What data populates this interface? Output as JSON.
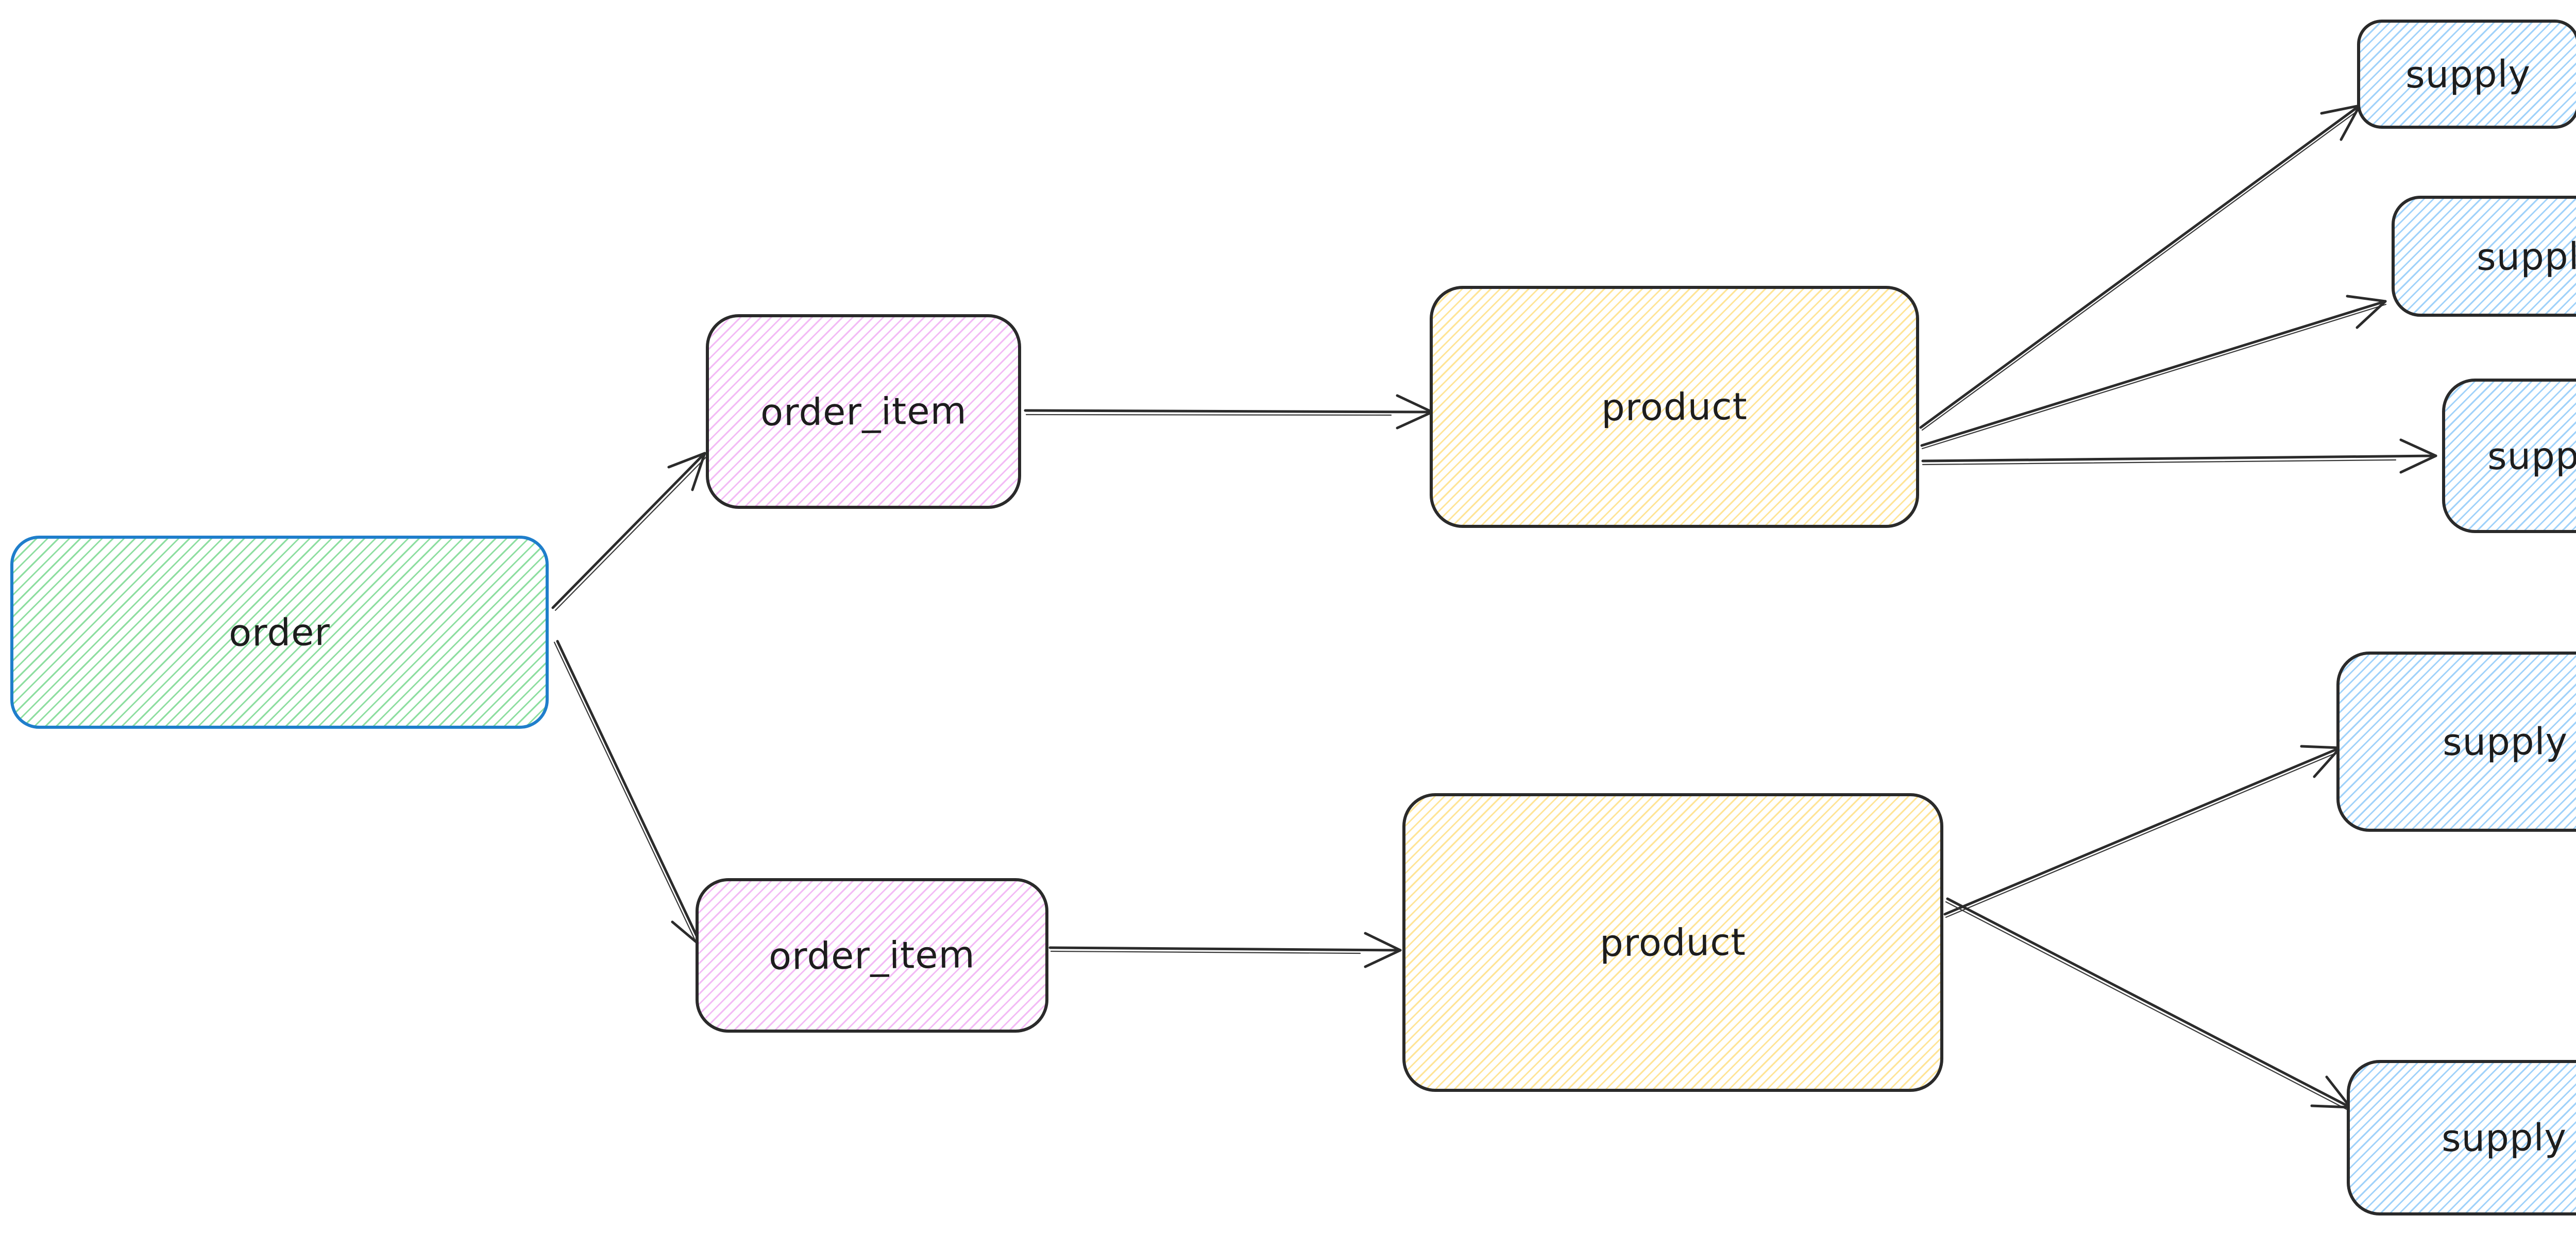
{
  "diagram": {
    "type": "flowchart",
    "background": "#ffffff",
    "arrow_color": "#2b2b2b",
    "nodes": {
      "order": {
        "label": "order",
        "shape": "rounded-rectangle",
        "hatch_color": "#79d88f",
        "border_color": "#1f7ecb"
      },
      "order_item_1": {
        "label": "order_item",
        "shape": "rounded-rectangle",
        "hatch_color": "#f0aaf3",
        "border_color": "#2a2a2a"
      },
      "order_item_2": {
        "label": "order_item",
        "shape": "rounded-rectangle",
        "hatch_color": "#f0aaf3",
        "border_color": "#2a2a2a"
      },
      "product_1": {
        "label": "product",
        "shape": "rounded-rectangle",
        "hatch_color": "#ffde7d",
        "border_color": "#2a2a2a"
      },
      "product_2": {
        "label": "product",
        "shape": "rounded-rectangle",
        "hatch_color": "#ffde7d",
        "border_color": "#2a2a2a"
      },
      "supply_1": {
        "label": "supply",
        "shape": "rounded-rectangle",
        "hatch_color": "#90caf9",
        "border_color": "#2a2a2a"
      },
      "supply_2": {
        "label": "supply",
        "shape": "rounded-rectangle",
        "hatch_color": "#90caf9",
        "border_color": "#2a2a2a"
      },
      "supply_3": {
        "label": "supply",
        "shape": "rounded-rectangle",
        "hatch_color": "#90caf9",
        "border_color": "#2a2a2a"
      },
      "supply_4": {
        "label": "supply",
        "shape": "rounded-rectangle",
        "hatch_color": "#90caf9",
        "border_color": "#2a2a2a"
      },
      "supply_5": {
        "label": "supply",
        "shape": "rounded-rectangle",
        "hatch_color": "#90caf9",
        "border_color": "#2a2a2a"
      }
    },
    "edges": [
      {
        "from": "order",
        "to": "order_item_1",
        "style": "arrow"
      },
      {
        "from": "order",
        "to": "order_item_2",
        "style": "arrow"
      },
      {
        "from": "order_item_1",
        "to": "product_1",
        "style": "arrow"
      },
      {
        "from": "order_item_2",
        "to": "product_2",
        "style": "arrow"
      },
      {
        "from": "product_1",
        "to": "supply_1",
        "style": "arrow"
      },
      {
        "from": "product_1",
        "to": "supply_2",
        "style": "arrow"
      },
      {
        "from": "product_1",
        "to": "supply_3",
        "style": "arrow"
      },
      {
        "from": "product_2",
        "to": "supply_4",
        "style": "arrow"
      },
      {
        "from": "product_2",
        "to": "supply_5",
        "style": "arrow"
      }
    ]
  }
}
